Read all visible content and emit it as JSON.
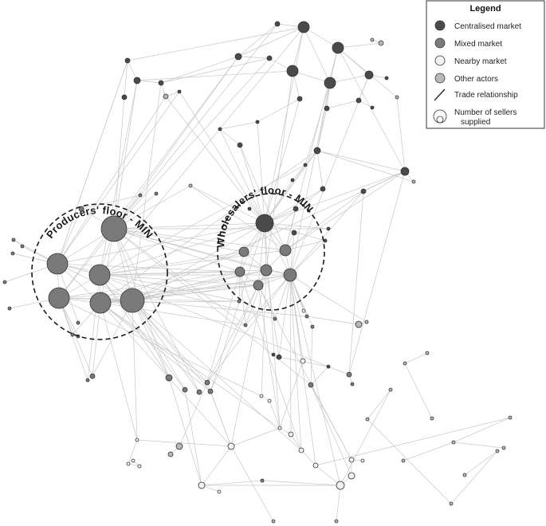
{
  "colors": {
    "centralised": "#4a4a4a",
    "mixed": "#7a7a7a",
    "nearby": "#f2f2f2",
    "other": "#b8b8b8",
    "edge": "#c8c8c8"
  },
  "clusters": [
    {
      "id": "producers",
      "label": "Producers' floor - MIN"
    },
    {
      "id": "wholesalers",
      "label": "Wholesalers' floor - MIN"
    }
  ],
  "legend": {
    "title": "Legend",
    "items": [
      {
        "key": "centralised",
        "label": "Centralised market"
      },
      {
        "key": "mixed",
        "label": "Mixed market"
      },
      {
        "key": "nearby",
        "label": "Nearby market"
      },
      {
        "key": "other",
        "label": "Other actors"
      },
      {
        "key": "trade",
        "label": "Trade relationship"
      },
      {
        "key": "size",
        "label": "Number of sellers",
        "label2": "supplied"
      }
    ]
  }
}
